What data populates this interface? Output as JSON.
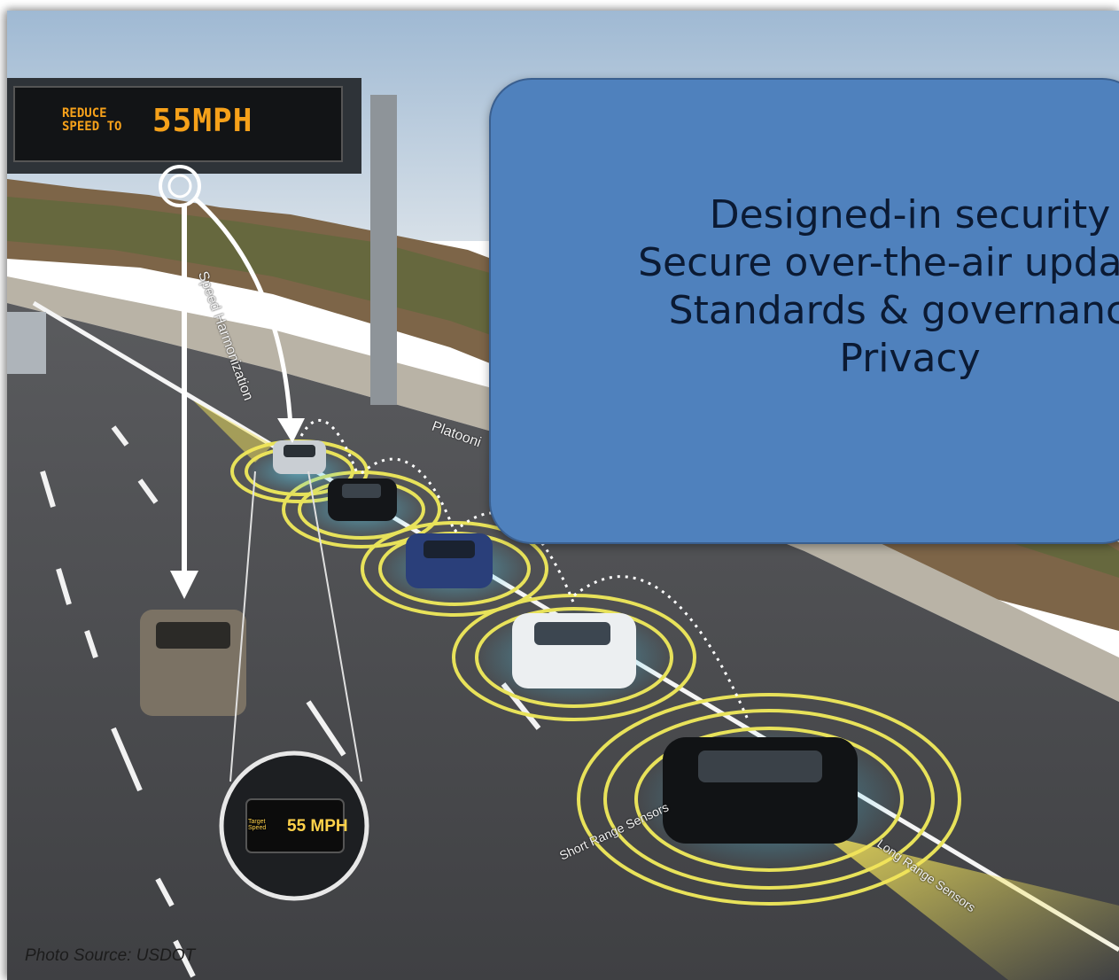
{
  "callout": {
    "lines": [
      "Designed-in security",
      "Secure over-the-air updates",
      "Standards & governance",
      "Privacy"
    ]
  },
  "sign": {
    "line1": "REDUCE",
    "line2": "SPEED TO",
    "speed": "55MPH"
  },
  "labels": {
    "speed_harmonization": "Speed Harmonization",
    "platooning": "Platooni",
    "short_range": "Short Range Sensors",
    "long_range": "Long Range Sensors",
    "dash_speed": "55 MPH",
    "dash_target": "Target Speed"
  },
  "credit": "Photo Source: USDOT",
  "colors": {
    "callout_fill": "#4f81bd",
    "callout_text": "#0b1a33",
    "sensor_ring": "#e8e25a",
    "sensor_glow": "#39c6f0",
    "sign_led": "#f6a11a"
  }
}
